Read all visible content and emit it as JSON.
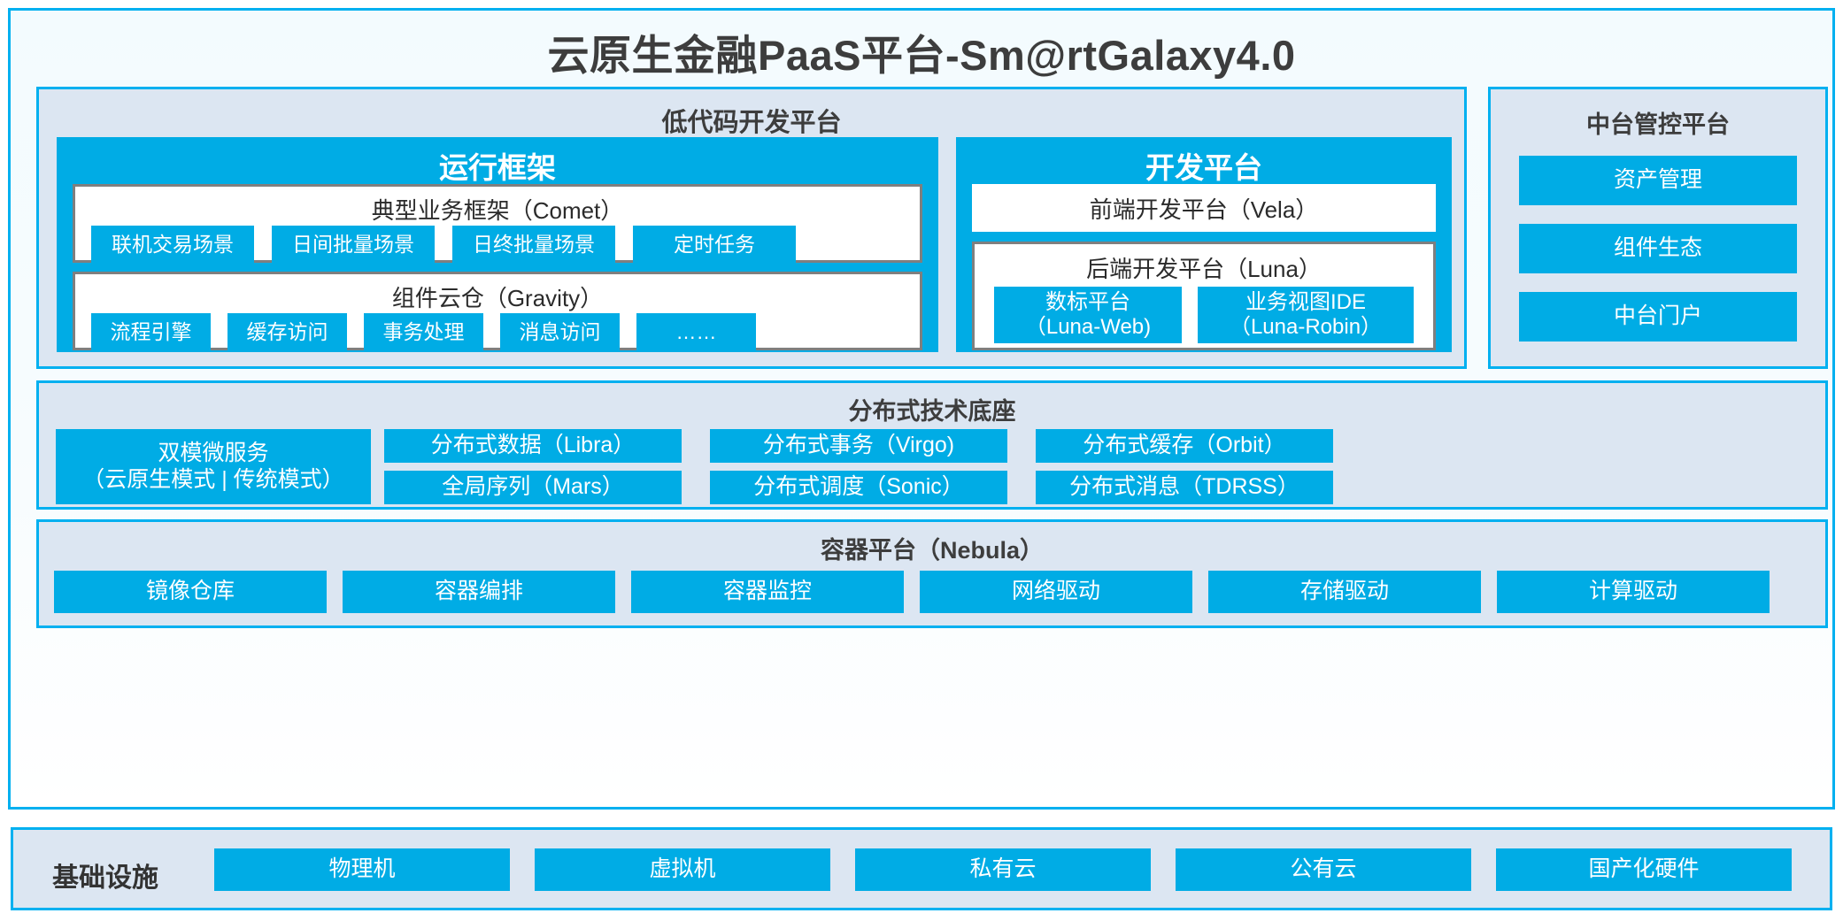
{
  "app": {
    "title": "云原生金融PaaS平台-Sm@rtGalaxy4.0",
    "accent": "#00ace5",
    "border": "#00b0f0",
    "panel_bg": "#dce6f2"
  },
  "lowcode": {
    "title": "低代码开发平台",
    "runtime": {
      "title": "运行框架",
      "comet": {
        "title": "典型业务框架（Comet）",
        "items": [
          "联机交易场景",
          "日间批量场景",
          "日终批量场景",
          "定时任务"
        ]
      },
      "gravity": {
        "title": "组件云仓（Gravity）",
        "items": [
          "流程引擎",
          "缓存访问",
          "事务处理",
          "消息访问",
          "……"
        ]
      }
    },
    "devplat": {
      "title": "开发平台",
      "vela": "前端开发平台（Vela）",
      "luna": {
        "title": "后端开发平台（Luna）",
        "items": [
          "数标平台\n（Luna-Web)",
          "业务视图IDE\n（Luna-Robin）"
        ]
      }
    }
  },
  "control": {
    "title": "中台管控平台",
    "items": [
      "资产管理",
      "组件生态",
      "中台门户"
    ]
  },
  "distributed": {
    "title": "分布式技术底座",
    "microservice": "双模微服务\n（云原生模式 | 传统模式）",
    "grid": [
      [
        "分布式数据（Libra）",
        "分布式事务（Virgo)",
        "分布式缓存（Orbit）"
      ],
      [
        "全局序列（Mars）",
        "分布式调度（Sonic）",
        "分布式消息（TDRSS）"
      ]
    ]
  },
  "container": {
    "title": "容器平台（Nebula）",
    "items": [
      "镜像仓库",
      "容器编排",
      "容器监控",
      "网络驱动",
      "存储驱动",
      "计算驱动"
    ]
  },
  "infra": {
    "label": "基础设施",
    "items": [
      "物理机",
      "虚拟机",
      "私有云",
      "公有云",
      "国产化硬件"
    ]
  }
}
